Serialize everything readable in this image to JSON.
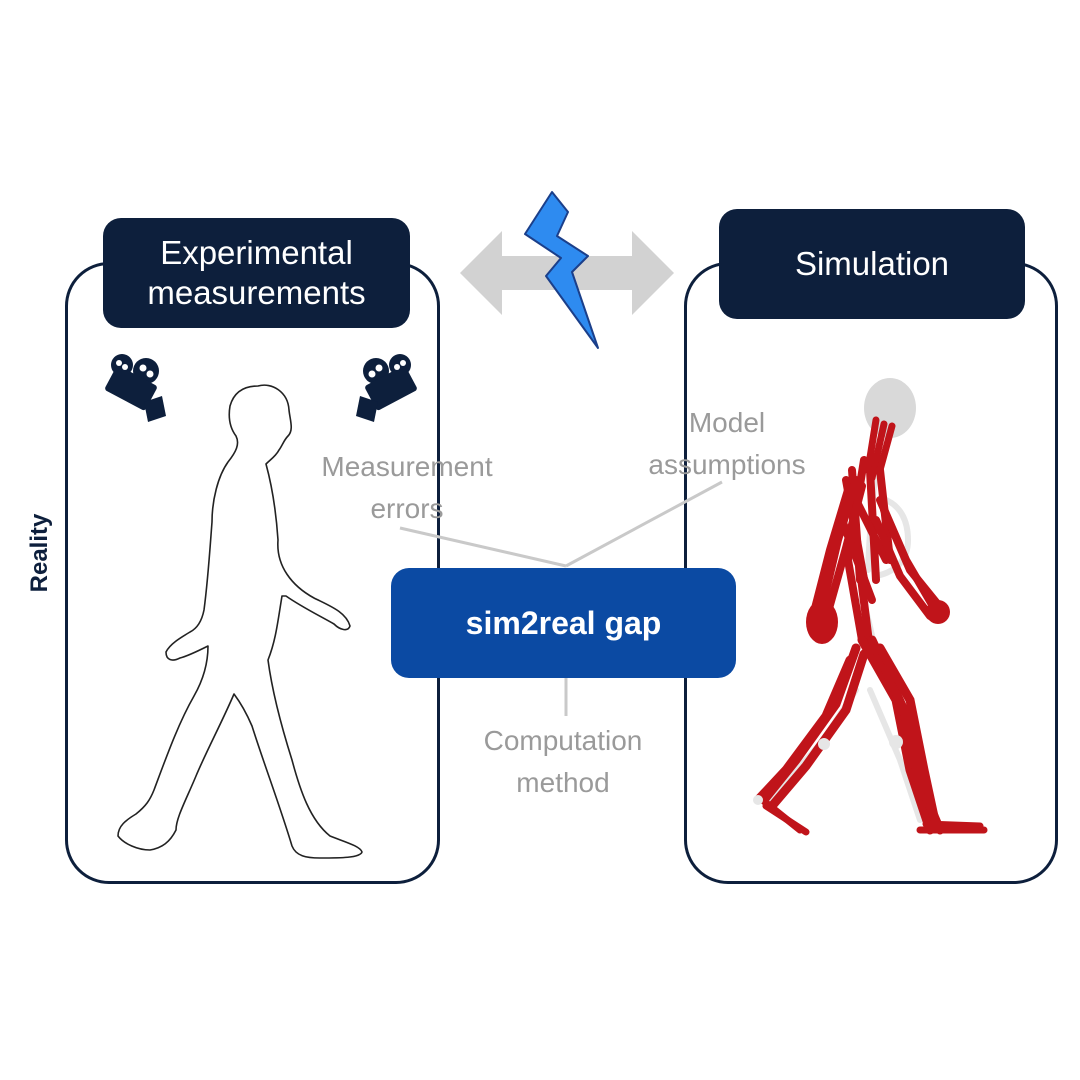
{
  "left_panel": {
    "title": "Experimental\nmeasurements",
    "side_label": "Reality"
  },
  "right_panel": {
    "title": "Simulation"
  },
  "center": {
    "gap_label": "sim2real gap",
    "factors": {
      "measurement": "Measurement\nerrors",
      "model": "Model\nassumptions",
      "computation": "Computation\nmethod"
    }
  },
  "icons": {
    "camera_left": "video-camera-icon",
    "camera_right": "video-camera-icon",
    "arrow": "double-arrow-icon",
    "lightning": "lightning-bolt-icon"
  },
  "colors": {
    "navy": "#0d1f3c",
    "blue": "#0b4aa3",
    "gray_text": "#9a9a9a",
    "arrow_gray": "#d2d2d2",
    "bolt_blue": "#2e8bf0",
    "muscle_red": "#c0141a"
  }
}
